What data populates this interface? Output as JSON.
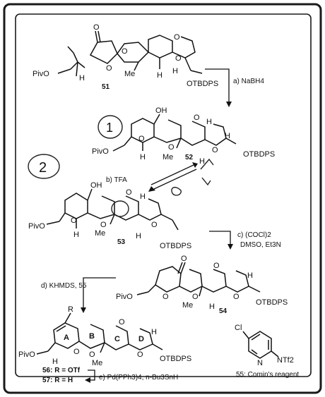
{
  "compounds": {
    "c51": {
      "number": "51",
      "groups": [
        "PivO",
        "H",
        "O",
        "O",
        "O",
        "O",
        "Me",
        "H",
        "H",
        "O",
        "OTBDPS"
      ]
    },
    "c52": {
      "number": "52",
      "groups": [
        "OH",
        "O",
        "O",
        "H",
        "O",
        "H",
        "O",
        "PivO",
        "H",
        "Me",
        "H",
        "OTBDPS"
      ]
    },
    "c53": {
      "number": "53",
      "groups": [
        "OH",
        "O",
        "O",
        "H",
        "O",
        "PivO",
        "H",
        "Me",
        "H",
        "O",
        "OTBDPS"
      ]
    },
    "c54": {
      "number": "54",
      "groups": [
        "O",
        "O",
        "O",
        "O",
        "H",
        "O",
        "PivO",
        "Me",
        "H",
        "OTBDPS"
      ]
    },
    "c56_57": {
      "groups": [
        "R",
        "O",
        "O",
        "O",
        "H",
        "O",
        "PivO",
        "H",
        "Me",
        "OTBDPS"
      ],
      "rings": [
        "A",
        "B",
        "C",
        "D"
      ]
    },
    "c55": {
      "groups": [
        "Cl",
        "N",
        "NTf2"
      ],
      "caption": "55: Comin's reagent"
    }
  },
  "conditions": {
    "a": "a) NaBH4",
    "b": "b) TFA",
    "c1": "c) (COCl)2",
    "c2": "DMSO, Et3N",
    "d": "d) KHMDS, 55",
    "e": "e) Pd(PPh3)4, n-Bu3SnH"
  },
  "legend": {
    "line56": "56: R = OTf",
    "line57": "57: R = H"
  },
  "handwriting": {
    "mark1": "1",
    "mark2": "2"
  }
}
